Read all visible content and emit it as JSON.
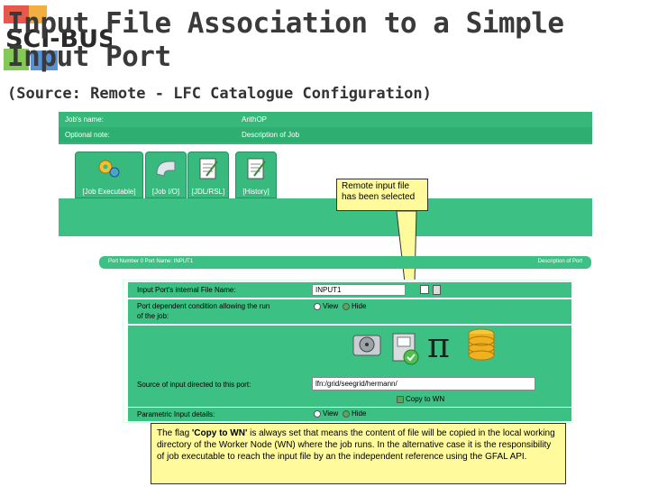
{
  "slide": {
    "logo_text": "SCI-BUS",
    "title": "Input File Association to a Simple Input Port",
    "subtitle": "(Source: Remote - LFC Catalogue Configuration)"
  },
  "job": {
    "name_label": "Job's name:",
    "name_value": "ArithOP",
    "note_label": "Optional note:",
    "note_value": "Description of Job"
  },
  "tabs": [
    {
      "label": "[Job Executable]",
      "icon": "gears-icon"
    },
    {
      "label": "[Job I/O]",
      "icon": "plug-icon"
    },
    {
      "label": "[JDL/RSL]",
      "icon": "notepad-icon"
    },
    {
      "label": "[History]",
      "icon": "notepad-pen-icon"
    }
  ],
  "callouts": {
    "remote_line1": "Remote input file",
    "remote_line2": "has been selected",
    "note": "The flag 'Copy to WN' is always set that means the content of file will be copied in the local working directory of the Worker Node (WN) where the job runs. In the alternative case it is the responsibility of job executable to reach the input file by an the independent reference using the GFAL API.",
    "note_bold": "'Copy to WN'"
  },
  "port": {
    "header_left": "Port Number 0   Port Name: INPUT1",
    "header_right": "Description of Port",
    "internal_label": "Input Port's internal File Name:",
    "internal_value": "INPUT1",
    "condition_label_1": "Port dependent condition allowing the run",
    "condition_label_2": "of the job:",
    "view_label": "View",
    "hide_label": "Hide",
    "source_label": "Source of input directed to this port:",
    "source_value": "lfn:/grid/seegrid/hermann/",
    "copy_label": "Copy to WN",
    "parametric_label": "Parametric Input details:",
    "source_icons": [
      "hard-drive-icon",
      "file-cabinet-icon",
      "pi-icon",
      "database-icon"
    ]
  },
  "colors": {
    "green": "#3cc083",
    "dark_green": "#35b87a",
    "callout_yellow": "#fffb9c"
  }
}
